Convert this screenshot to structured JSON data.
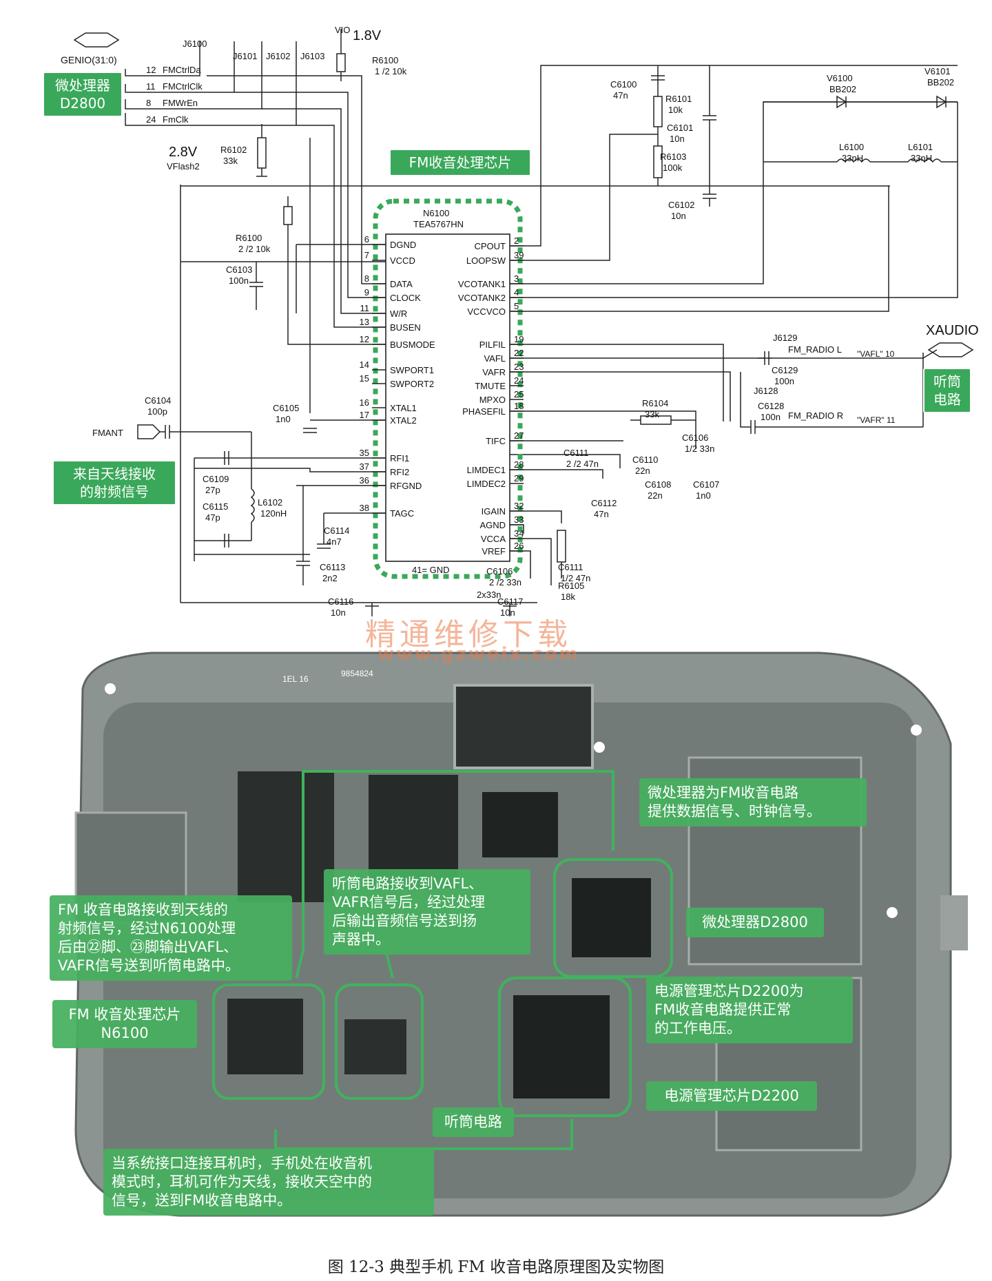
{
  "schematic": {
    "bus_name": "GENIO(31:0)",
    "bus_lines": [
      {
        "pin": "12",
        "name": "FMCtrlDa"
      },
      {
        "pin": "11",
        "name": "FMCtrlClk"
      },
      {
        "pin": "8",
        "name": "FMWrEn"
      },
      {
        "pin": "24",
        "name": "FmClk"
      }
    ],
    "test_points": [
      "J6100",
      "J6101",
      "J6102",
      "J6103"
    ],
    "vio": {
      "name": "VIO",
      "value": "1.8V"
    },
    "vflash": {
      "value": "2.8V",
      "name": "VFlash2"
    },
    "chip": {
      "ref": "N6100",
      "part": "TEA5767HN",
      "gnd": "41= GND",
      "left_pins": [
        {
          "num": "6",
          "name": "DGND"
        },
        {
          "num": "7",
          "name": "VCCD"
        },
        {
          "num": "8",
          "name": "DATA"
        },
        {
          "num": "9",
          "name": "CLOCK"
        },
        {
          "num": "11",
          "name": "W/R"
        },
        {
          "num": "13",
          "name": "BUSEN"
        },
        {
          "num": "12",
          "name": "BUSMODE"
        },
        {
          "num": "14",
          "name": "SWPORT1"
        },
        {
          "num": "15",
          "name": "SWPORT2"
        },
        {
          "num": "16",
          "name": "XTAL1"
        },
        {
          "num": "17",
          "name": "XTAL2"
        },
        {
          "num": "35",
          "name": "RFI1"
        },
        {
          "num": "37",
          "name": "RFI2"
        },
        {
          "num": "36",
          "name": "RFGND"
        },
        {
          "num": "38",
          "name": "TAGC"
        }
      ],
      "right_pins": [
        {
          "num": "2",
          "name": "CPOUT"
        },
        {
          "num": "39",
          "name": "LOOPSW"
        },
        {
          "num": "3",
          "name": "VCOTANK1"
        },
        {
          "num": "4",
          "name": "VCOTANK2"
        },
        {
          "num": "5",
          "name": "VCCVCO"
        },
        {
          "num": "19",
          "name": "PILFIL"
        },
        {
          "num": "22",
          "name": "VAFL"
        },
        {
          "num": "23",
          "name": "VAFR"
        },
        {
          "num": "24",
          "name": "TMUTE"
        },
        {
          "num": "25",
          "name": "MPXO"
        },
        {
          "num": "18",
          "name": "PHASEFIL"
        },
        {
          "num": "27",
          "name": "TIFC"
        },
        {
          "num": "28",
          "name": "LIMDEC1"
        },
        {
          "num": "29",
          "name": "LIMDEC2"
        },
        {
          "num": "32",
          "name": "IGAIN"
        },
        {
          "num": "33",
          "name": "AGND"
        },
        {
          "num": "34",
          "name": "VCCA"
        },
        {
          "num": "26",
          "name": "VREF"
        }
      ]
    },
    "components": [
      {
        "ref": "R6100",
        "value": "1 /2 10k"
      },
      {
        "ref": "R6102",
        "value": "33k"
      },
      {
        "ref": "R6100",
        "value": "2 /2 10k"
      },
      {
        "ref": "C6103",
        "value": "100n"
      },
      {
        "ref": "C6104",
        "value": "100p"
      },
      {
        "ref": "C6105",
        "value": "1n0"
      },
      {
        "ref": "C6109",
        "value": "27p"
      },
      {
        "ref": "C6115",
        "value": "47p"
      },
      {
        "ref": "L6102",
        "value": "120nH"
      },
      {
        "ref": "C6114",
        "value": "4n7"
      },
      {
        "ref": "C6113",
        "value": "2n2"
      },
      {
        "ref": "C6116",
        "value": "10n"
      },
      {
        "ref": "C6117",
        "value": "10n"
      },
      {
        "ref": "C6100",
        "value": "47n"
      },
      {
        "ref": "R6101",
        "value": "10k"
      },
      {
        "ref": "C6101",
        "value": "10n"
      },
      {
        "ref": "R6103",
        "value": "100k"
      },
      {
        "ref": "C6102",
        "value": "10n"
      },
      {
        "ref": "V6100",
        "value": "BB202"
      },
      {
        "ref": "V6101",
        "value": "BB202"
      },
      {
        "ref": "L6100",
        "value": "33nH"
      },
      {
        "ref": "L6101",
        "value": "33nH"
      },
      {
        "ref": "R6104",
        "value": "33k"
      },
      {
        "ref": "C6106",
        "value": "1/2 33n"
      },
      {
        "ref": "C6111",
        "value": "2 /2 47n"
      },
      {
        "ref": "C6110",
        "value": "22n"
      },
      {
        "ref": "C6108",
        "value": "22n"
      },
      {
        "ref": "C6107",
        "value": "1n0"
      },
      {
        "ref": "C6112",
        "value": "47n"
      },
      {
        "ref": "C6111",
        "value": "1/2 47n"
      },
      {
        "ref": "R6105",
        "value": "18k"
      },
      {
        "ref": "C6106",
        "value": "2 /2 33n"
      },
      {
        "ref": "C6129",
        "value": "100n"
      },
      {
        "ref": "C6128",
        "value": "100n"
      }
    ],
    "extra_labels": {
      "c6106_total": "2x33n",
      "j6129": "J6129",
      "j6128": "J6128",
      "fm_radio_l": "FM_RADIO L",
      "vafl_net": "\"VAFL\" 10",
      "fm_radio_r": "FM_RADIO R",
      "vafr_net": "\"VAFR\" 11",
      "xaudio": "XAUDIO",
      "fmant": "FMANT"
    },
    "tags": {
      "cpu": [
        "微处理器",
        "D2800"
      ],
      "fm_chip": "FM收音处理芯片",
      "earpiece": [
        "听筒",
        "电路"
      ],
      "antenna": [
        "来自天线接收",
        "的射频信号"
      ]
    }
  },
  "watermark": {
    "cn": "精通维修下载",
    "url": "www.gzweix.com"
  },
  "board": {
    "silk": [
      "1EL 16",
      "9854824"
    ],
    "callouts": {
      "cpu_desc": [
        "微处理器为FM收音电路",
        "提供数据信号、时钟信号。"
      ],
      "earpiece_desc": [
        "听筒电路接收到VAFL、",
        "VAFR信号后，经过处理",
        "后输出音频信号送到扬",
        "声器中。"
      ],
      "fm_desc": [
        "FM 收音电路接收到天线的",
        "射频信号，经过N6100处理",
        "后由㉒脚、㉓脚输出VAFL、",
        "VAFR信号送到听筒电路中。"
      ],
      "cpu_name": "微处理器D2800",
      "fm_chip_name": [
        "FM 收音处理芯片",
        "N6100"
      ],
      "pmu_desc": [
        "电源管理芯片D2200为",
        "FM收音电路提供正常",
        "的工作电压。"
      ],
      "pmu_name": "电源管理芯片D2200",
      "earpiece_name": "听筒电路",
      "port_desc": [
        "当系统接口连接耳机时，手机处在收音机",
        "模式时，耳机可作为天线，接收天空中的",
        "信号，送到FM收音电路中。"
      ]
    }
  },
  "caption": "图 12-3    典型手机 FM 收音电路原理图及实物图"
}
